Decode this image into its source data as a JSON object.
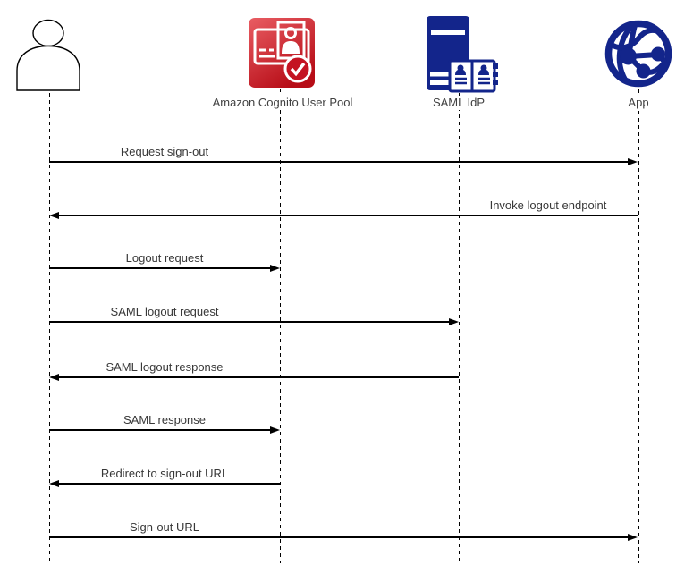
{
  "participants": [
    {
      "id": "user",
      "icon": "person-icon",
      "label": ""
    },
    {
      "id": "cognito",
      "icon": "cognito-icon",
      "label": "Amazon Cognito User Pool"
    },
    {
      "id": "saml-idp",
      "icon": "saml-idp-icon",
      "label": "SAML IdP"
    },
    {
      "id": "app",
      "icon": "app-globe-icon",
      "label": "App"
    }
  ],
  "messages": [
    {
      "label": "Request sign-out",
      "from": "user",
      "to": "app",
      "direction": "right"
    },
    {
      "label": "Invoke logout endpoint",
      "from": "app",
      "to": "user",
      "direction": "left"
    },
    {
      "label": "Logout request",
      "from": "user",
      "to": "cognito",
      "direction": "right"
    },
    {
      "label": "SAML logout request",
      "from": "user",
      "to": "saml-idp",
      "direction": "right"
    },
    {
      "label": "SAML logout response",
      "from": "saml-idp",
      "to": "user",
      "direction": "left"
    },
    {
      "label": "SAML response",
      "from": "user",
      "to": "cognito",
      "direction": "right"
    },
    {
      "label": "Redirect to sign-out URL",
      "from": "cognito",
      "to": "user",
      "direction": "left"
    },
    {
      "label": "Sign-out URL",
      "from": "user",
      "to": "app",
      "direction": "right"
    }
  ],
  "colors": {
    "background": "#ffffff",
    "line": "#000000",
    "label_text": "#404040",
    "cognito_red_light": "#e95d63",
    "cognito_red_dark": "#b70d17",
    "navy": "#13258b"
  }
}
